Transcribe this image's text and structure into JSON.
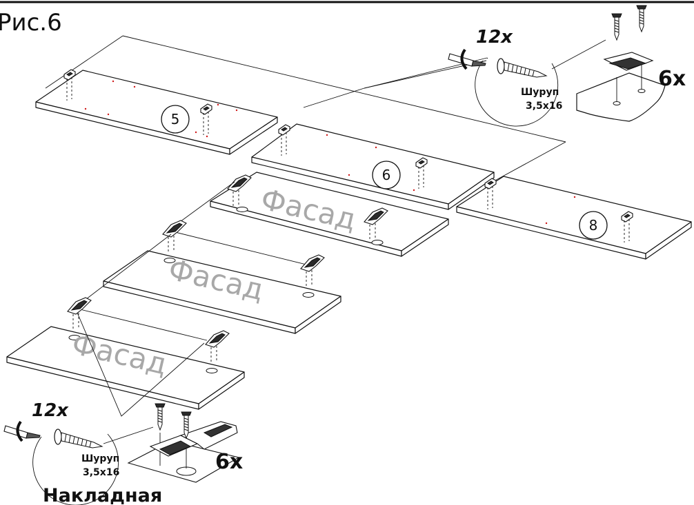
{
  "figure": {
    "title": "Рис.6"
  },
  "panels": [
    {
      "number": "5"
    },
    {
      "number": "6"
    },
    {
      "number": "8"
    }
  ],
  "facades": [
    {
      "label": "Фасад"
    },
    {
      "label": "Фасад"
    },
    {
      "label": "Фасад"
    }
  ],
  "callouts": {
    "top": {
      "count": "12x",
      "screw_name": "Шуруп",
      "screw_size": "3,5x16",
      "hinge_count": "6x"
    },
    "bottom": {
      "count": "12x",
      "screw_name": "Шуруп",
      "screw_size": "3,5x16",
      "hinge_count": "6x",
      "hinge_type": "Накладная"
    }
  }
}
